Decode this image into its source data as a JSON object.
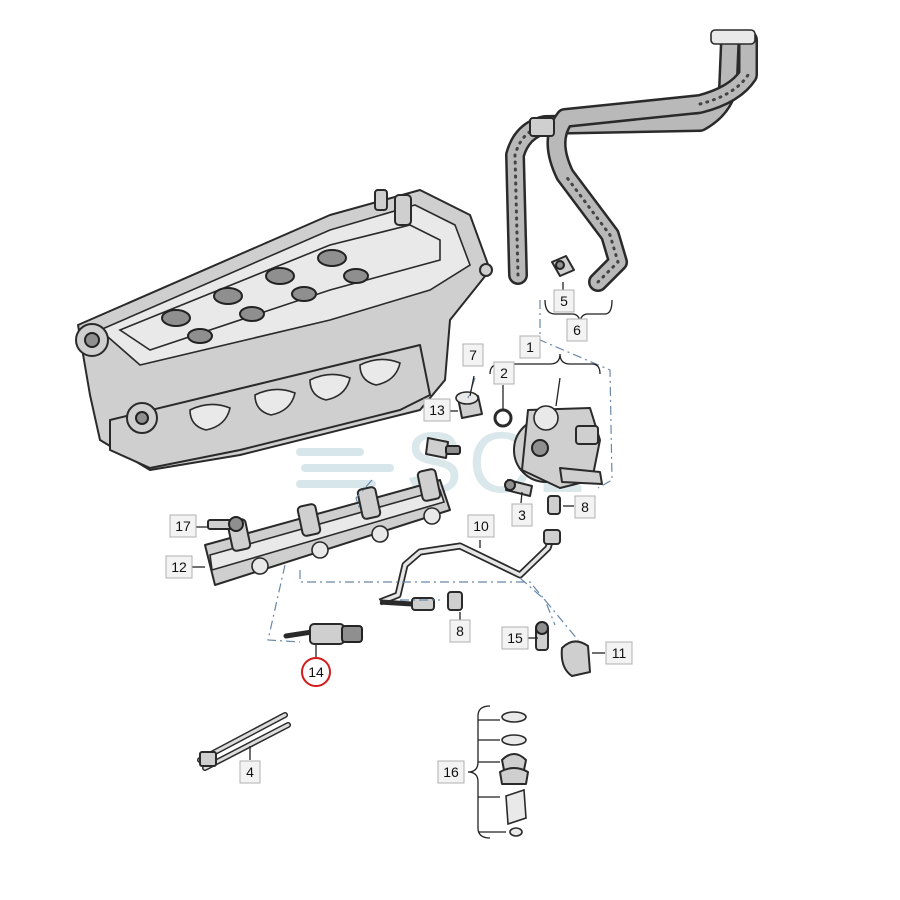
{
  "watermark": "SCL",
  "callouts": [
    {
      "id": "1",
      "text": "1"
    },
    {
      "id": "2",
      "text": "2"
    },
    {
      "id": "3",
      "text": "3"
    },
    {
      "id": "4",
      "text": "4"
    },
    {
      "id": "5",
      "text": "5"
    },
    {
      "id": "6",
      "text": "6"
    },
    {
      "id": "7",
      "text": "7"
    },
    {
      "id": "8a",
      "text": "8"
    },
    {
      "id": "8b",
      "text": "8"
    },
    {
      "id": "10",
      "text": "10"
    },
    {
      "id": "11",
      "text": "11"
    },
    {
      "id": "12",
      "text": "12"
    },
    {
      "id": "13",
      "text": "13"
    },
    {
      "id": "14",
      "text": "14",
      "highlighted": true
    },
    {
      "id": "15",
      "text": "15"
    },
    {
      "id": "16",
      "text": "16"
    },
    {
      "id": "17",
      "text": "17"
    }
  ],
  "colors": {
    "highlight": "#d21c1c",
    "guide_lines": "#6a88a8",
    "watermark": "#bcd6de"
  }
}
